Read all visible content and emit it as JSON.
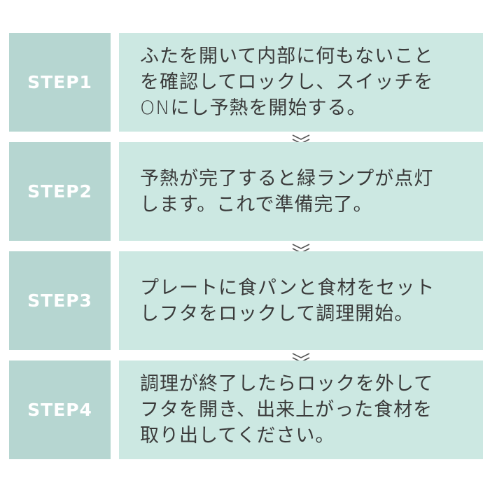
{
  "steps": [
    {
      "label": "STEP1",
      "lines": [
        "ふたを開いて内部に何もないこと",
        "を確認してロックし、スイッチを",
        "ONにし予熱を開始する。"
      ]
    },
    {
      "label": "STEP2",
      "lines": [
        "予熱が完了すると緑ランプが点灯",
        "します。これで準備完了。"
      ]
    },
    {
      "label": "STEP3",
      "lines": [
        "プレートに食パンと食材をセット",
        "しフタをロックして調理開始。"
      ]
    },
    {
      "label": "STEP4",
      "lines": [
        "調理が終了したらロックを外して",
        "フタを開き、出来上がった食材を",
        "取り出してください。"
      ]
    }
  ],
  "icons": {
    "arrow": "double-chevron-down-icon"
  },
  "colors": {
    "label_bg": "#b6d6d1",
    "box_bg": "#cce8e2",
    "text": "#3a3a3a"
  }
}
